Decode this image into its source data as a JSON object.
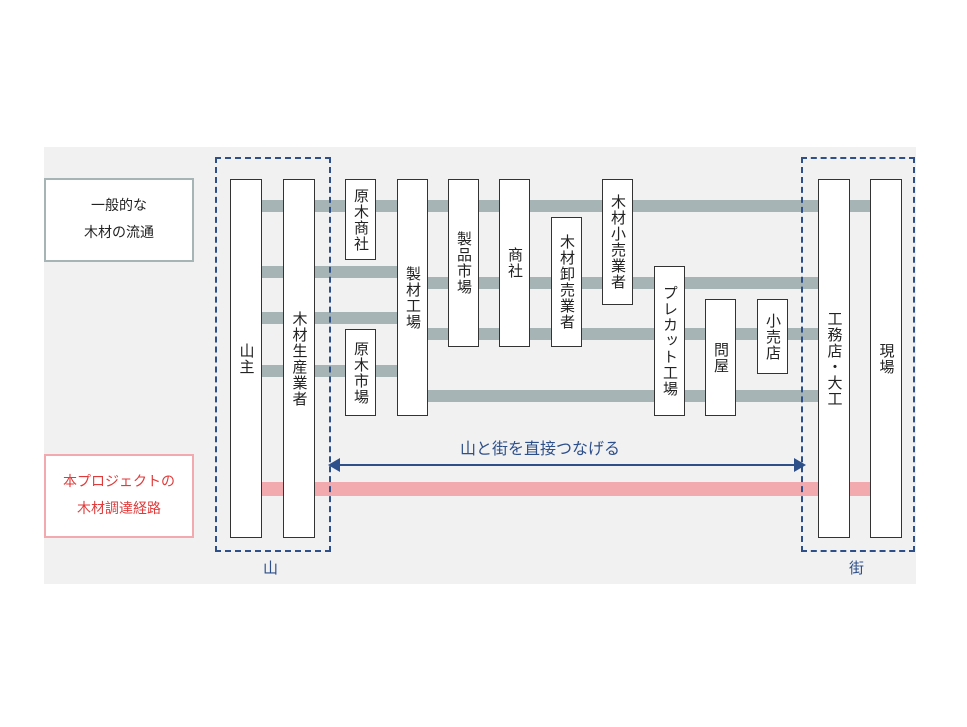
{
  "legend": {
    "general": [
      "一般的な",
      "木材の流通"
    ],
    "project": [
      "本プロジェクトの",
      "木材調達経路"
    ]
  },
  "zones": {
    "mountain": "山",
    "town": "街"
  },
  "arrow_label": "山と街を直接つなげる",
  "nodes": {
    "yamanushi": "山主",
    "producer": "木材生産業者",
    "log_trader": "原木商社",
    "log_market": "原木市場",
    "sawmill": "製材工場",
    "product_market": "製品市場",
    "trading_co": "商社",
    "wholesaler": "木材卸売業者",
    "retailer": "木材小売業者",
    "precut": "プレカット工場",
    "tonya": "問屋",
    "small_retail": "小売店",
    "builder": "工務店・大工",
    "site": "現場"
  },
  "colors": {
    "general_route": "#a6b4b6",
    "project_route": "#f2aaae",
    "zone_border": "#2d4f8a",
    "project_text": "#e03a3a"
  }
}
